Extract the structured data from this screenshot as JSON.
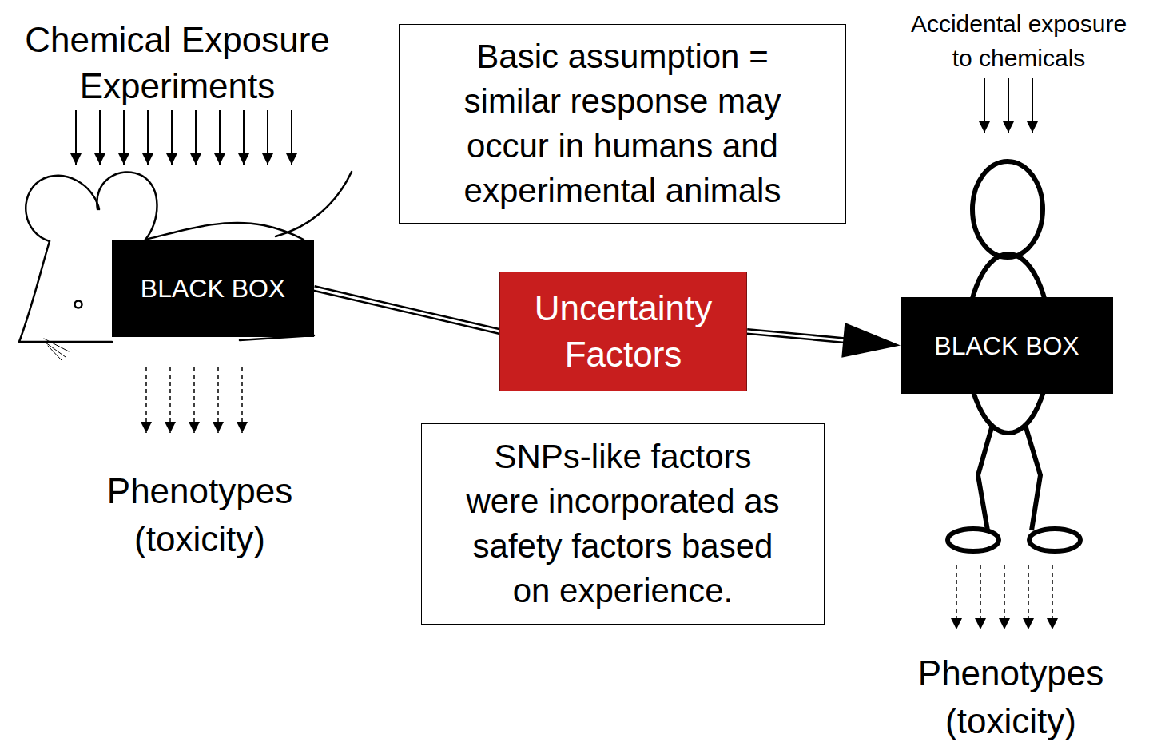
{
  "diagram": {
    "nodes": [
      {
        "text": [
          "Basic assumption = similar response may occur in humans and experimental animals"
        ]
      },
      {
        "text": [
          "BLACK BOX"
        ]
      },
      {
        "text": [
          "Uncertainty Factors"
        ]
      },
      {
        "text": [
          "BLACK BOX"
        ]
      },
      {
        "text": [
          "SNPs-like factors were incorporated as safety factors based on experience."
        ]
      }
    ],
    "edges": [
      {
        "from": 1,
        "to": 2,
        "arrow": "none"
      },
      {
        "from": 2,
        "to": 3,
        "arrow": "to"
      }
    ],
    "labels": [
      "Chemical Exposure Experiments",
      "Accidental exposure to chemicals",
      "Phenotypes (toxicity)",
      "Phenotypes (toxicity)"
    ]
  }
}
